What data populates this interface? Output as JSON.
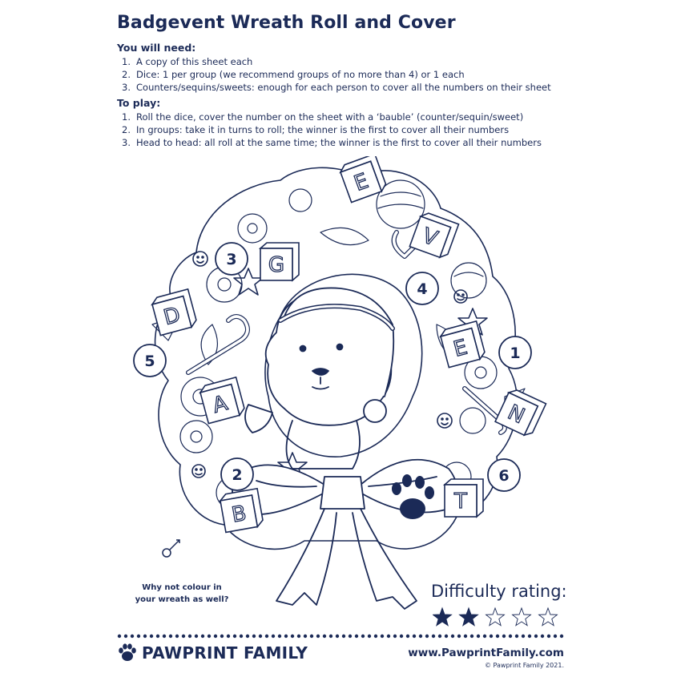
{
  "title": "Badgevent Wreath Roll and Cover",
  "you_will_need": {
    "heading": "You will need:",
    "items": [
      {
        "n": "1.",
        "text": "A copy of this sheet each"
      },
      {
        "n": "2.",
        "text": "Dice: 1 per group (we recommend groups of no more than 4) or 1 each"
      },
      {
        "n": "3.",
        "text": "Counters/sequins/sweets: enough for each person to cover all the numbers on their sheet"
      }
    ]
  },
  "to_play": {
    "heading": "To play:",
    "items": [
      {
        "n": "1.",
        "text": "Roll the dice, cover the number on the sheet with a ‘bauble’ (counter/sequin/sweet)"
      },
      {
        "n": "2.",
        "text": "In groups: take it in turns to roll; the winner is the first to cover all their numbers"
      },
      {
        "n": "3.",
        "text": "Head to head: all roll at the same time; the winner is the first to cover all their numbers"
      }
    ]
  },
  "wreath": {
    "blocks": [
      "B",
      "A",
      "D",
      "G",
      "E",
      "V",
      "E",
      "N",
      "T"
    ],
    "numbers": [
      "5",
      "3",
      "4",
      "1",
      "2",
      "6"
    ]
  },
  "side_note": {
    "line1": "Why not colour in",
    "line2": "your wreath as well?"
  },
  "difficulty": {
    "label": "Difficulty rating:",
    "filled": 2,
    "total": 5
  },
  "footer": {
    "brand": "PAWPRINT FAMILY",
    "website": "www.PawprintFamily.com",
    "copyright": "© Pawprint Family 2021."
  },
  "colors": {
    "ink": "#1b2a57",
    "background": "#ffffff"
  },
  "icons": [
    "pen-icon",
    "paw-icon",
    "star-icon",
    "smiley-icon"
  ]
}
